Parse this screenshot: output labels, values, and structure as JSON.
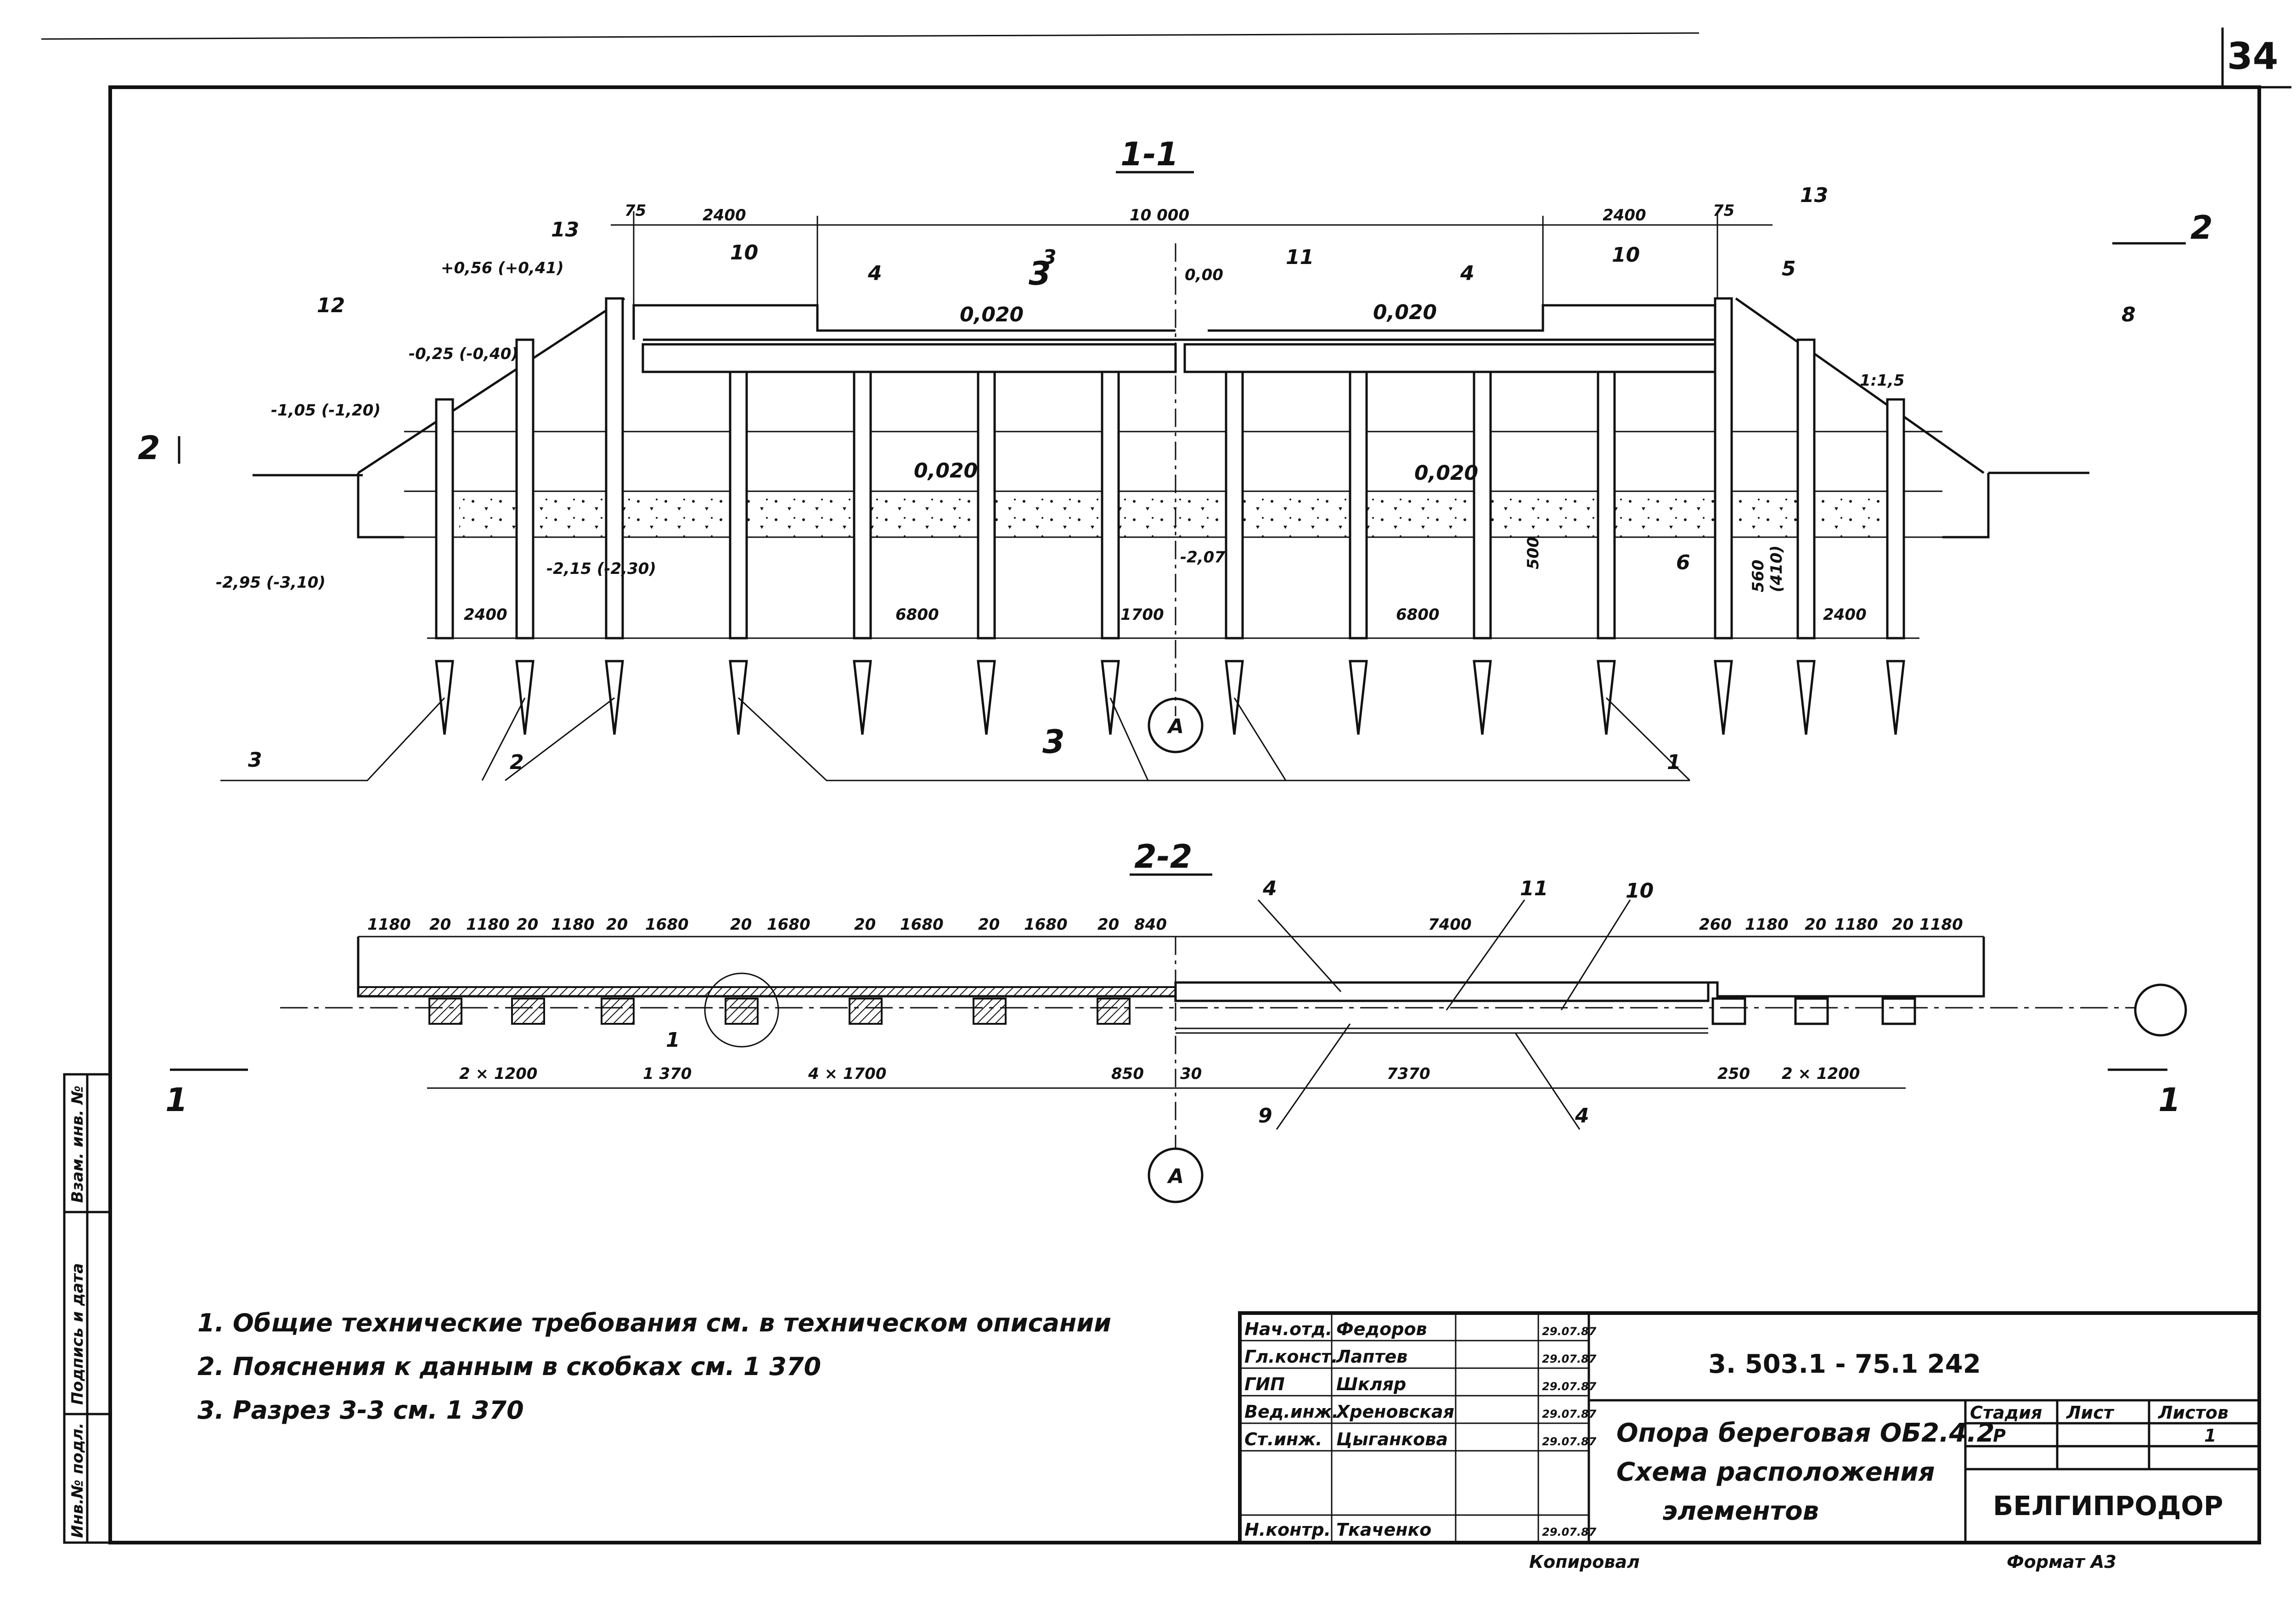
{
  "sheet_number": "34",
  "section_1_title": "1-1",
  "section_2_title": "2-2",
  "section_1": {
    "dims_top": [
      "75",
      "2400",
      "10 000",
      "2400",
      "75"
    ],
    "elevations": [
      "+0,56 (+0,41)",
      "-0,25 (-0,40)",
      "-1,05 (-1,20)",
      "-2,95 (-3,10)",
      "-2,15 (-2,30)",
      "0,00",
      "-2,07"
    ],
    "slopes": [
      "0,020",
      "0,020",
      "0,020",
      "0,020"
    ],
    "slope_ratio": "1:1,5",
    "spans": [
      "2400",
      "6800",
      "1700",
      "6800",
      "2400"
    ],
    "vertical_dims": [
      "500",
      "560",
      "(410)"
    ],
    "callouts": [
      "13",
      "10",
      "4",
      "3",
      "11",
      "4",
      "10",
      "13",
      "5",
      "8",
      "12",
      "6",
      "3",
      "2",
      "1"
    ],
    "section_marks": [
      "2",
      "2",
      "3",
      "3"
    ],
    "axis_label": "А"
  },
  "section_2": {
    "dims_top_left": [
      "1180",
      "20",
      "1180",
      "20",
      "1180",
      "20",
      "1680",
      "20",
      "1680",
      "20",
      "1680",
      "20",
      "1680",
      "20",
      "840"
    ],
    "dim_mid": "7400",
    "dims_top_right": [
      "260",
      "1180",
      "20",
      "1180",
      "20",
      "1180"
    ],
    "dims_bottom": [
      "2 × 1200",
      "4 × 1700",
      "850",
      "30",
      "7370",
      "250",
      "2 × 1200"
    ],
    "detail_ref": "1",
    "detail_sheet": "1 370",
    "callouts": [
      "4",
      "11",
      "10",
      "9",
      "4"
    ],
    "section_marks": [
      "1",
      "1"
    ],
    "axis_label": "А"
  },
  "notes": [
    "1. Общие технические требования см. в техническом описании",
    "2. Пояснения к данным в скобках см. 1 370",
    "3. Разрез 3-3 см. 1 370"
  ],
  "side_stamp": [
    "Инв.№ подл.",
    "Подпись и дата",
    "Взам. инв. №"
  ],
  "title_block": {
    "document_code": "3. 503.1 - 75.1 242",
    "title_lines": [
      "Опора береговая ОБ2.4.2",
      "Схема расположения",
      "элементов"
    ],
    "organization": "БЕЛГИПРОДОР",
    "stage_header": "Стадия",
    "sheet_header": "Лист",
    "sheets_header": "Листов",
    "stage": "Р",
    "sheets": "1",
    "staff": [
      {
        "role": "Нач.отд.",
        "name": "Федоров",
        "date": "29.07.87"
      },
      {
        "role": "Гл.конст.",
        "name": "Лаптев",
        "date": "29.07.87"
      },
      {
        "role": "ГИП",
        "name": "Шкляр",
        "date": "29.07.87"
      },
      {
        "role": "Вед.инж.",
        "name": "Хреновская",
        "date": "29.07.87"
      },
      {
        "role": "Ст.инж.",
        "name": "Цыганкова",
        "date": "29.07.87"
      },
      {
        "role": "",
        "name": "",
        "date": ""
      },
      {
        "role": "Н.контр.",
        "name": "Ткаченко",
        "date": "29.07.87"
      }
    ],
    "copied_label": "Копировал",
    "format_label": "Формат А3"
  }
}
